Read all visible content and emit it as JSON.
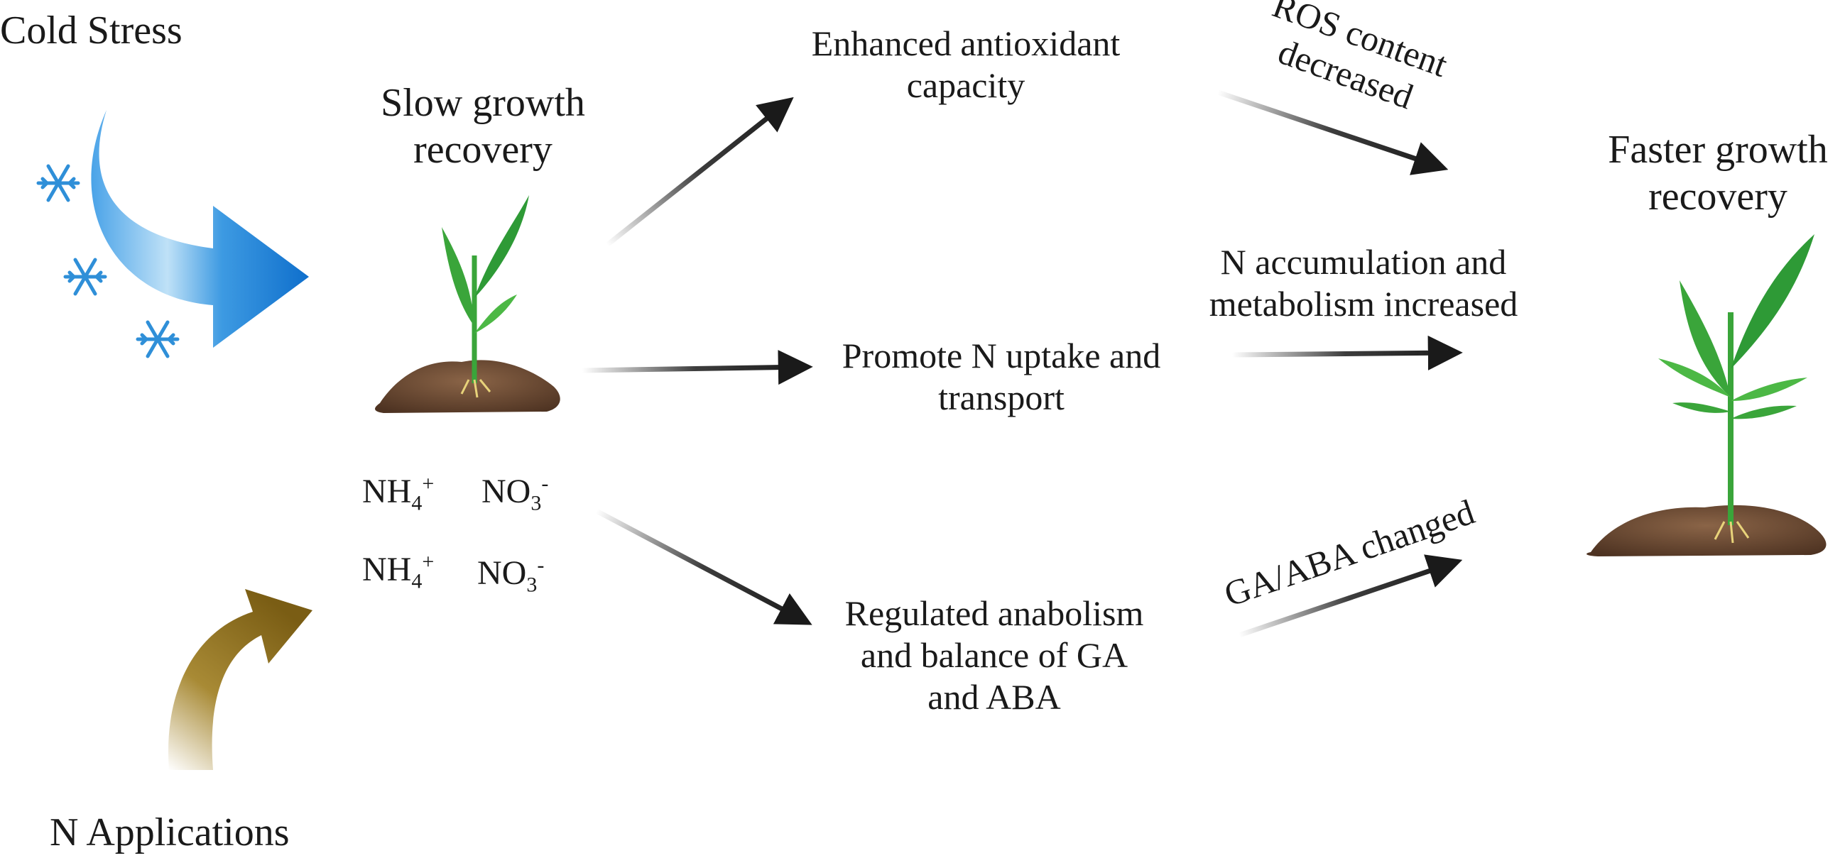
{
  "inputs": {
    "cold_stress": "Cold Stress",
    "n_applications": "N Applications"
  },
  "initial_state": {
    "label": "Slow growth\nrecovery"
  },
  "ions": [
    {
      "base": "NH",
      "sub": "4",
      "sup": "+"
    },
    {
      "base": "NO",
      "sub": "3",
      "sup": "-"
    },
    {
      "base": "NH",
      "sub": "4",
      "sup": "+"
    },
    {
      "base": "NO",
      "sub": "3",
      "sup": "-"
    }
  ],
  "mechanisms": {
    "antioxidant": "Enhanced antioxidant\ncapacity",
    "n_uptake": "Promote N uptake and\ntransport",
    "hormones": "Regulated anabolism\nand balance of GA\nand ABA"
  },
  "effects": {
    "ros": "ROS content\ndecreased",
    "n_accumulation": "N accumulation and\nmetabolism increased",
    "ga_aba": "GA/ABA changed"
  },
  "outcome": {
    "label": "Faster growth\nrecovery"
  },
  "colors": {
    "cold_arrow": "#1a78d4",
    "n_arrow": "#8a6d1e",
    "snowflake": "#2f8fd8",
    "arrow": "#1a1a1a",
    "plant": "#3aa53a",
    "soil": "#6b4a32"
  }
}
